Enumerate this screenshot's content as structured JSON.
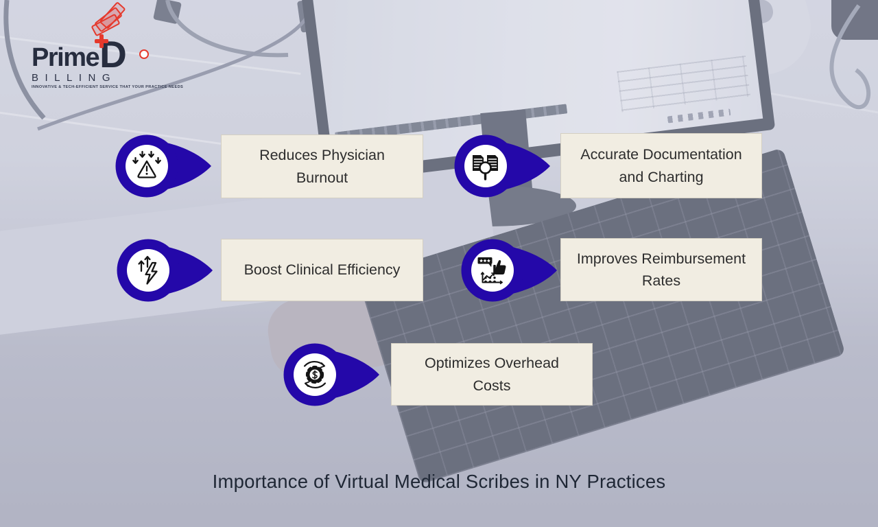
{
  "brand": {
    "name_prime": "Prime",
    "name_d": "D",
    "subtitle": "BILLING",
    "tagline": "INNOVATIVE & TECH-EFFICIENT SERVICE THAT YOUR PRACTICE NEEDS"
  },
  "title": "Importance of Virtual Medical Scribes in NY Practices",
  "colors": {
    "pin_blue": "#2408A9",
    "box_cream": "#F1EDE2",
    "logo_navy": "#272D3F",
    "logo_red": "#E5392C",
    "title_ink": "#1F2735",
    "overlay_lavender": "#C5C7D7"
  },
  "items": [
    {
      "label": "Reduces Physician Burnout",
      "icon": "burnout-warning-icon"
    },
    {
      "label": "Accurate Documentation and Charting",
      "icon": "document-search-icon"
    },
    {
      "label": "Boost Clinical Efficiency",
      "icon": "efficiency-bolt-icon"
    },
    {
      "label": "Improves Reimbursement Rates",
      "icon": "reimbursement-rating-icon"
    },
    {
      "label": "Optimizes Overhead Costs",
      "icon": "cost-cycle-gear-icon"
    }
  ]
}
